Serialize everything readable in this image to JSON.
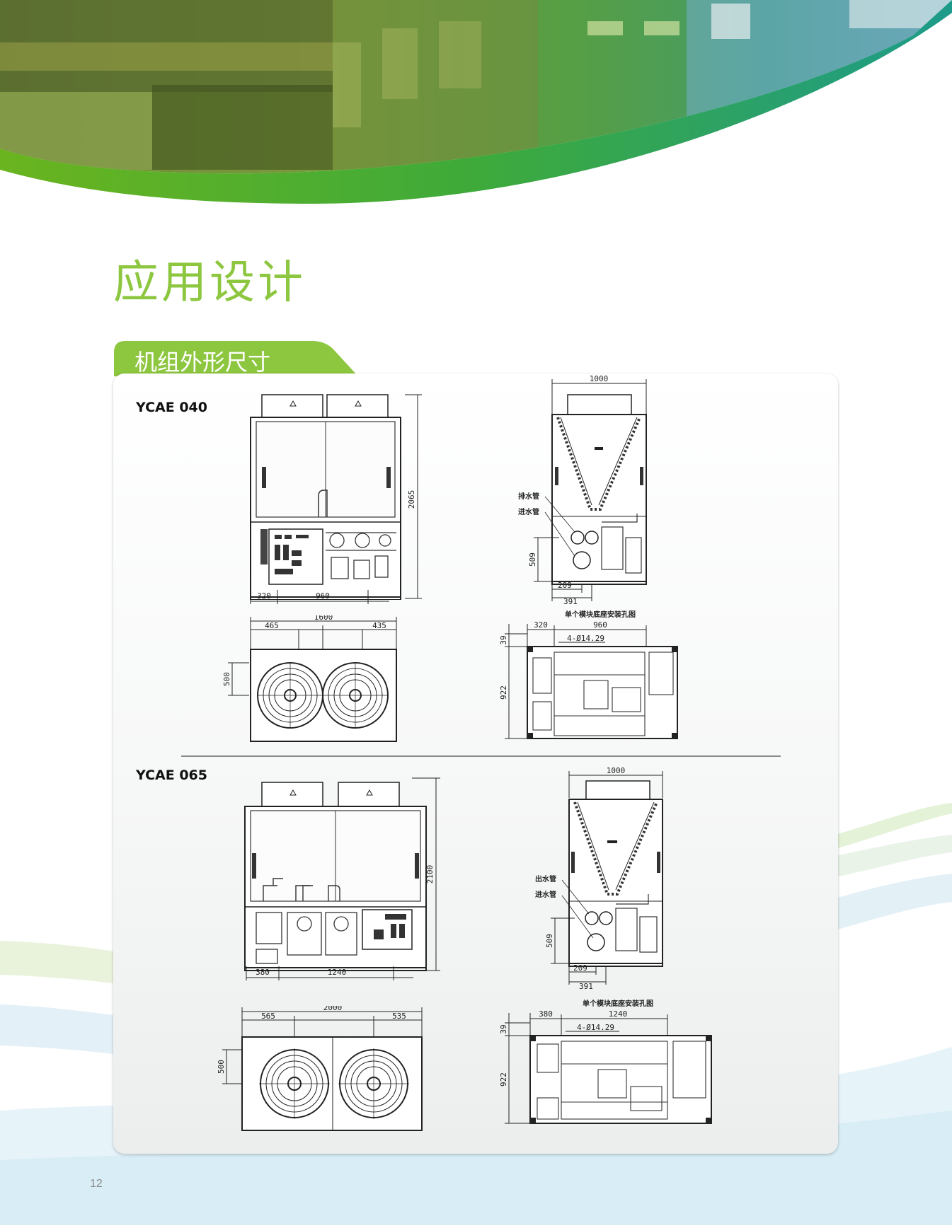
{
  "page": {
    "title": "应用设计",
    "section_title": "机组外形尺寸",
    "page_number": "12",
    "accent_color": "#8dc63f"
  },
  "models": [
    {
      "name": "YCAE 040",
      "front": {
        "height": "2065",
        "left": "320",
        "span": "960"
      },
      "side": {
        "width": "1000",
        "height": "509",
        "a": "209",
        "b": "391",
        "pipe_top": "排水管",
        "pipe_bottom": "进水管"
      },
      "top": {
        "width": "1600",
        "left": "465",
        "right": "435",
        "depth": "500"
      },
      "base": {
        "title": "单个模块底座安装孔图",
        "left": "320",
        "span": "960",
        "hole": "4-Ø14.29",
        "top": "39",
        "depth": "922"
      }
    },
    {
      "name": "YCAE 065",
      "front": {
        "height": "2100",
        "left": "380",
        "span": "1240"
      },
      "side": {
        "width": "1000",
        "height": "509",
        "a": "209",
        "b": "391",
        "pipe_top": "出水管",
        "pipe_bottom": "进水管"
      },
      "top": {
        "width": "2000",
        "left": "565",
        "right": "535",
        "depth": "500"
      },
      "base": {
        "title": "单个模块底座安装孔图",
        "left": "380",
        "span": "1240",
        "hole": "4-Ø14.29",
        "top": "39",
        "depth": "922"
      }
    }
  ]
}
